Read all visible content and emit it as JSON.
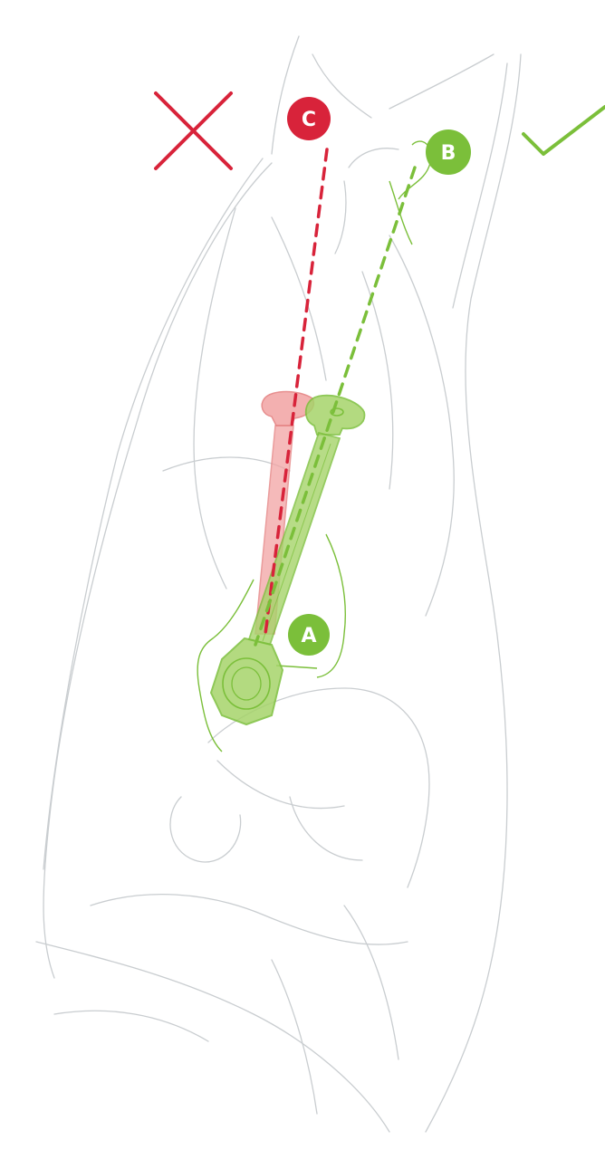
{
  "labels": {
    "a": "A",
    "b": "B",
    "c": "C"
  },
  "icons": {
    "incorrect": "cross-icon",
    "correct": "check-icon"
  },
  "colors": {
    "incorrect": "#d8233a",
    "correct": "#7bbf3a",
    "anatomy_line": "#c9cdd0",
    "implant_green_fill": "#a6d46a",
    "implant_red_fill": "#f2a3a3"
  }
}
